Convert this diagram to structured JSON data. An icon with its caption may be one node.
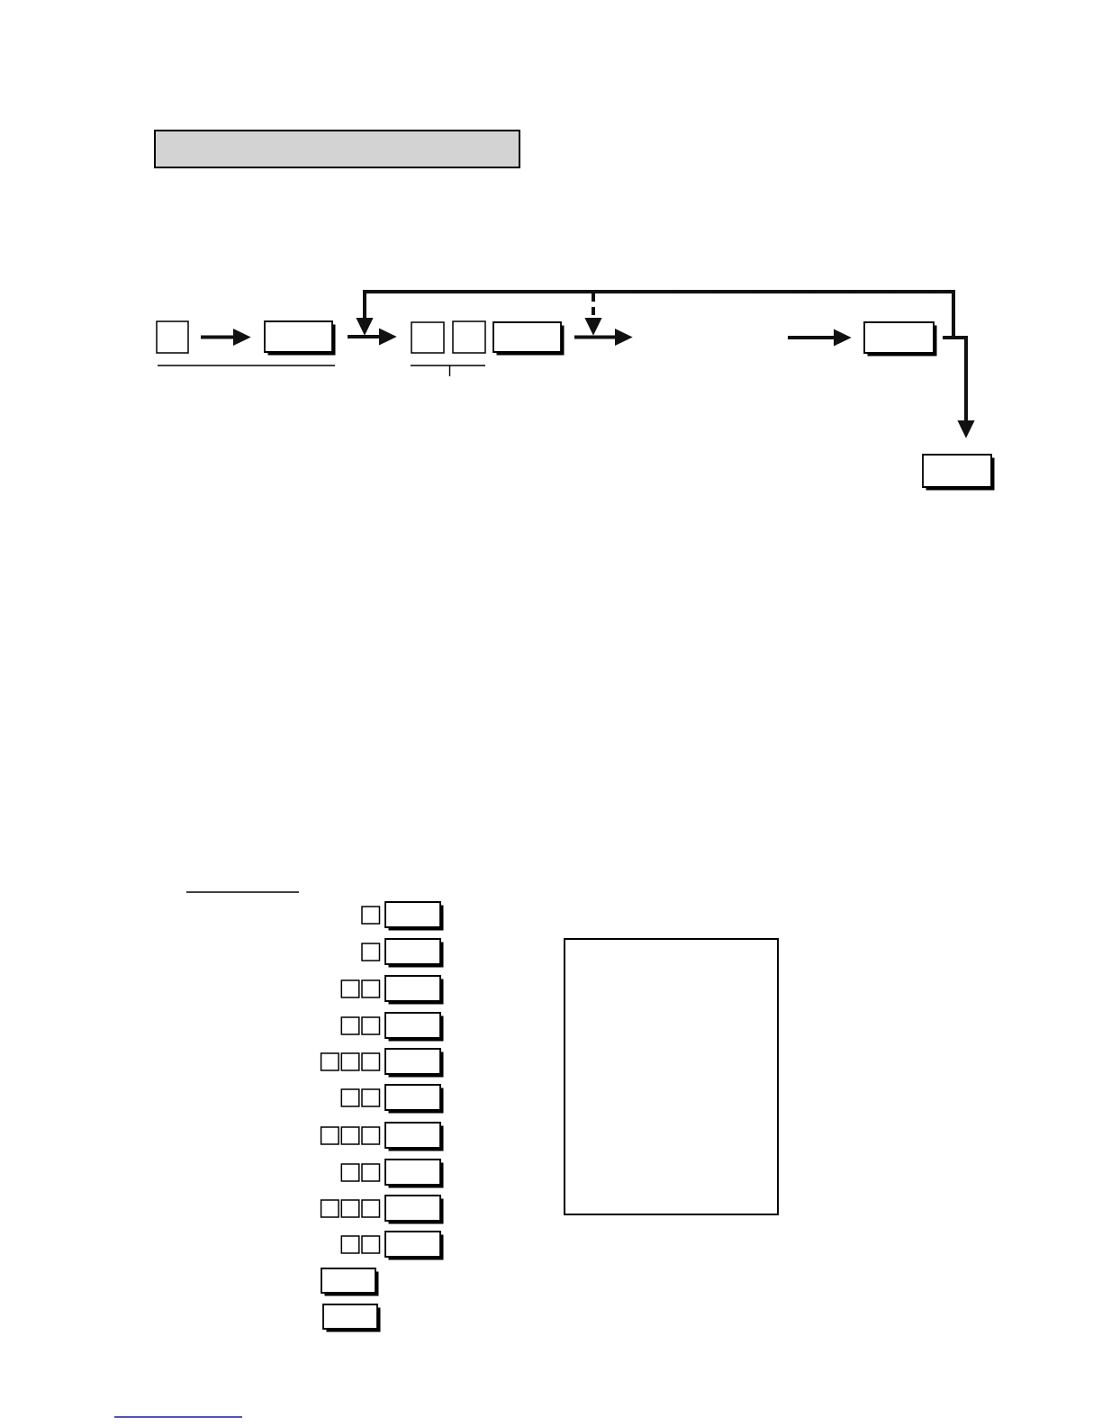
{
  "diagram": {
    "nodes": [
      {
        "text": [],
        "shape": "bar"
      },
      {
        "text": [],
        "shape": "box"
      },
      {
        "text": [],
        "shape": "box"
      },
      {
        "text": [],
        "shape": "box"
      },
      {
        "text": [],
        "shape": "box"
      },
      {
        "text": [],
        "shape": "box"
      },
      {
        "text": [],
        "shape": "box"
      },
      {
        "text": [],
        "shape": "box"
      },
      {
        "text": [],
        "shape": "box"
      },
      {
        "text": [],
        "shape": "box"
      },
      {
        "text": [],
        "shape": "box"
      },
      {
        "text": [],
        "shape": "box"
      },
      {
        "text": [],
        "shape": "box"
      },
      {
        "text": [],
        "shape": "box"
      },
      {
        "text": [],
        "shape": "box"
      },
      {
        "text": [],
        "shape": "box"
      },
      {
        "text": [],
        "shape": "box"
      },
      {
        "text": [],
        "shape": "box"
      },
      {
        "text": [],
        "shape": "box"
      },
      {
        "text": [],
        "shape": "box"
      },
      {
        "text": [],
        "shape": "box"
      },
      {
        "text": [],
        "shape": "box"
      },
      {
        "text": [],
        "shape": "box"
      },
      {
        "text": [],
        "shape": "box"
      },
      {
        "text": [],
        "shape": "box"
      },
      {
        "text": [],
        "shape": "box"
      },
      {
        "text": [],
        "shape": "box"
      },
      {
        "text": [],
        "shape": "box"
      },
      {
        "text": [],
        "shape": "box"
      },
      {
        "text": [],
        "shape": "box"
      },
      {
        "text": [],
        "shape": "box"
      },
      {
        "text": [],
        "shape": "box"
      },
      {
        "text": [],
        "shape": "box"
      },
      {
        "text": [],
        "shape": "box"
      },
      {
        "text": [],
        "shape": "box"
      },
      {
        "text": [],
        "shape": "box"
      },
      {
        "text": [],
        "shape": "box"
      },
      {
        "text": [],
        "shape": "box"
      },
      {
        "text": [],
        "shape": "box"
      },
      {
        "text": [],
        "shape": "box"
      },
      {
        "text": [],
        "shape": "box"
      },
      {
        "text": [],
        "shape": "box"
      }
    ],
    "edges": [
      {
        "from": 1,
        "to": 2,
        "arrow": "to"
      },
      {
        "from": 2,
        "to": 3,
        "arrow": "to"
      },
      {
        "from": 5,
        "to": null,
        "arrow": "to"
      },
      {
        "from": null,
        "to": 6,
        "arrow": "to"
      },
      {
        "from": 6,
        "to": null,
        "arrow": "to"
      },
      {
        "from": 6,
        "to": null,
        "arrow": "to",
        "style": "dashed"
      },
      {
        "from": 6,
        "to": 7,
        "arrow": "to"
      }
    ]
  }
}
